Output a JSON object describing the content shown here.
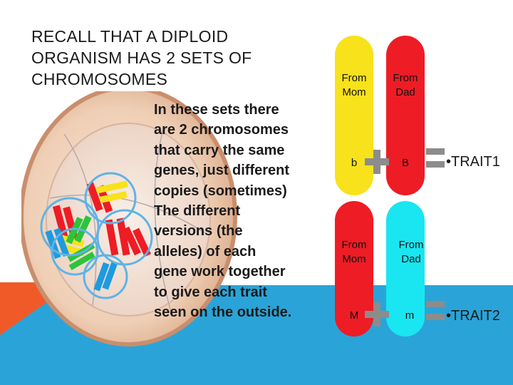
{
  "slide": {
    "title": "RECALL THAT A DIPLOID ORGANISM HAS 2 SETS OF CHROMOSOMES",
    "body": "In these sets there\nare 2 chromosomes\nthat carry the same\ngenes, just different\ncopies (sometimes)\nThe different\nversions (the\nalleles) of each\ngene work together\nto give each trait\nseen on the outside."
  },
  "pair1": {
    "left_label": "From\nMom",
    "right_label": "From\nDad",
    "left_allele": "b",
    "right_allele": "B",
    "trait": "•TRAIT1",
    "left_color": "#f7e21b",
    "right_color": "#ee1c25"
  },
  "pair2": {
    "left_label": "From\nMom",
    "right_label": "From\nDad",
    "left_allele": "M",
    "right_allele": "m",
    "trait": "•TRAIT2",
    "left_color": "#ee1c25",
    "right_color": "#19e6f0"
  },
  "colors": {
    "accent_orange": "#f05a28",
    "accent_blue": "#2aa4d8"
  }
}
